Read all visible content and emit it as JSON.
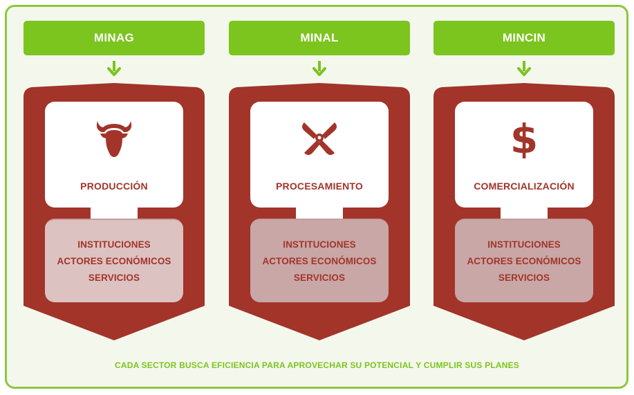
{
  "colors": {
    "frame_border": "#8dc63f",
    "ministry_green": "#7cc41e",
    "shield_red": "#a2342a",
    "card_pink": "#dcc2c1",
    "white": "#ffffff"
  },
  "columns": [
    {
      "ministry": "MINAG",
      "icon": "cow-head-icon",
      "stage": "PRODUCCIÓN",
      "items": [
        "INSTITUCIONES",
        "ACTORES ECONÓMICOS",
        "SERVICIOS"
      ]
    },
    {
      "ministry": "MINAL",
      "icon": "fan-blade-icon",
      "stage": "PROCESAMIENTO",
      "items": [
        "INSTITUCIONES",
        "ACTORES ECONÓMICOS",
        "SERVICIOS"
      ]
    },
    {
      "ministry": "MINCIN",
      "icon": "dollar-icon",
      "stage": "COMERCIALIZACIÓN",
      "items": [
        "INSTITUCIONES",
        "ACTORES ECONÓMICOS",
        "SERVICIOS"
      ]
    }
  ],
  "footer": {
    "tagline": "CADA SECTOR BUSCA EFICIENCIA PARA APROVECHAR SU POTENCIAL Y CUMPLIR SUS PLANES"
  }
}
